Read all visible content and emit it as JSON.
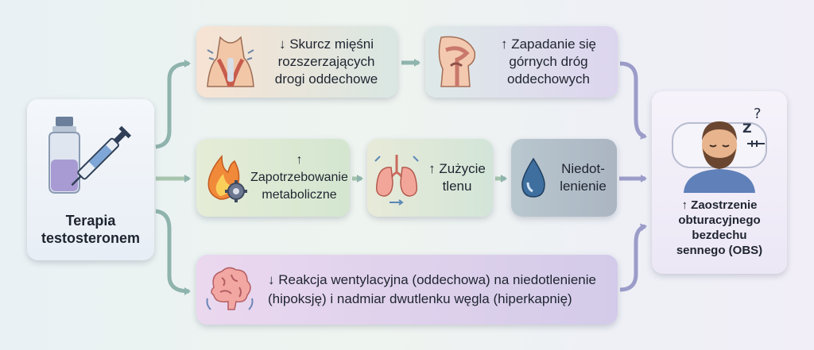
{
  "nodes": {
    "start": {
      "label": "Terapia testosteronem",
      "lines": [
        "Terapia",
        "testosteronem"
      ],
      "icon": "testosterone-vial-syringe-icon"
    },
    "muscle": {
      "label": "↓ Skurcz mięśni rozszerzających drogi oddechowe",
      "lines": [
        "↓ Skurcz mięśni",
        "rozszerzających",
        "drogi oddechowe"
      ],
      "icon": "neck-muscles-icon"
    },
    "collapse": {
      "label": "↑ Zapadanie się górnych dróg oddechowych",
      "lines": [
        "↑ Zapadanie się",
        "górnych dróg",
        "oddechowych"
      ],
      "icon": "upper-airway-icon"
    },
    "metabolic": {
      "label": "↑ Zapotrzebowanie metaboliczne",
      "lines": [
        "↑",
        "Zapotrzebowanie",
        "metaboliczne"
      ],
      "icon": "flame-gear-icon"
    },
    "oxygen": {
      "label": "↑ Zużycie tlenu",
      "lines": [
        "↑ Zużycie",
        "tlenu"
      ],
      "icon": "lungs-icon"
    },
    "hypoxia": {
      "label": "Niedot-lenienie",
      "lines": [
        "Niedot-",
        "lenienie"
      ],
      "icon": "water-drop-icon"
    },
    "ventilation": {
      "label": "↓ Reakcja wentylacyjna (oddechowa) na niedotlenienie (hipoksję) i nadmiar dwutlenku węgla (hiperkapnię)",
      "lines": [
        "↓ Reakcja wentylacyjna (oddechowa) na niedotlenienie",
        "(hipoksję) i nadmiar dwutlenku węgla (hiperkapnię)"
      ],
      "icon": "brain-icon"
    },
    "end": {
      "label": "↑ Zaostrzenie obturacyjnego bezdechu sennego (OBS)",
      "lines": [
        "↑ Zaostrzenie",
        "obturacyjnego bezdechu",
        "sennego (OBS)"
      ],
      "icon": "sleeping-man-icon"
    }
  },
  "edges": [
    [
      "start",
      "muscle"
    ],
    [
      "start",
      "metabolic"
    ],
    [
      "start",
      "ventilation"
    ],
    [
      "muscle",
      "collapse"
    ],
    [
      "collapse",
      "end"
    ],
    [
      "metabolic",
      "oxygen"
    ],
    [
      "oxygen",
      "hypoxia"
    ],
    [
      "hypoxia",
      "end"
    ],
    [
      "ventilation",
      "end"
    ]
  ],
  "colors": {
    "arrow_left": "#8fb3ad",
    "arrow_right": "#9c9cc9",
    "text": "#1f2530"
  }
}
